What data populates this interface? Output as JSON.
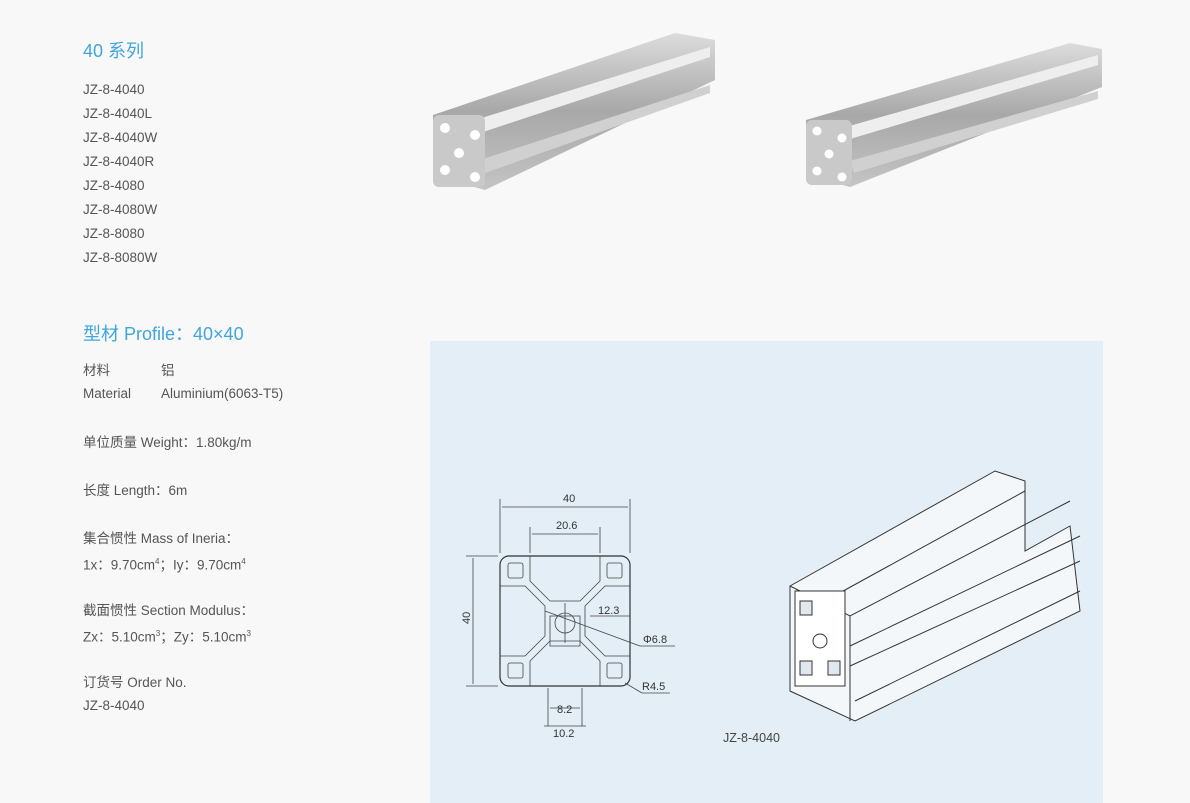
{
  "series_title": "40 系列",
  "models": [
    "JZ-8-4040",
    "JZ-8-4040L",
    "JZ-8-4040W",
    "JZ-8-4040R",
    "JZ-8-4080",
    "JZ-8-4080W",
    "JZ-8-8080",
    "JZ-8-8080W"
  ],
  "profile_title": "型材 Profile：40×40",
  "specs": {
    "material_cn_label": "材料",
    "material_cn_value": "铝",
    "material_en_label": "Material",
    "material_en_value": "Aluminium(6063-T5)",
    "weight": "单位质量 Weight：1.80kg/m",
    "length": "长度 Length：6m",
    "inertia_label": "集合惯性 Mass of Ineria：",
    "inertia_ix": "1x：9.70cm",
    "inertia_ix_exp": "4",
    "inertia_iy": "；Iy：9.70cm",
    "inertia_iy_exp": "4",
    "modulus_label": "截面惯性 Section Modulus：",
    "modulus_zx": "Zx：5.10cm",
    "modulus_zx_exp": "3",
    "modulus_zy": "；Zy：5.10cm",
    "modulus_zy_exp": "3",
    "order_label": "订货号 Order No.",
    "order_value": "JZ-8-4040"
  },
  "drawing": {
    "dim_width": "40",
    "dim_slot_span": "20.6",
    "dim_height": "40",
    "dim_center": "12.3",
    "dim_hole": "Φ6.8",
    "dim_radius": "R4.5",
    "dim_slot_inner": "8.2",
    "dim_slot_outer": "10.2",
    "caption": "JZ-8-4040"
  }
}
